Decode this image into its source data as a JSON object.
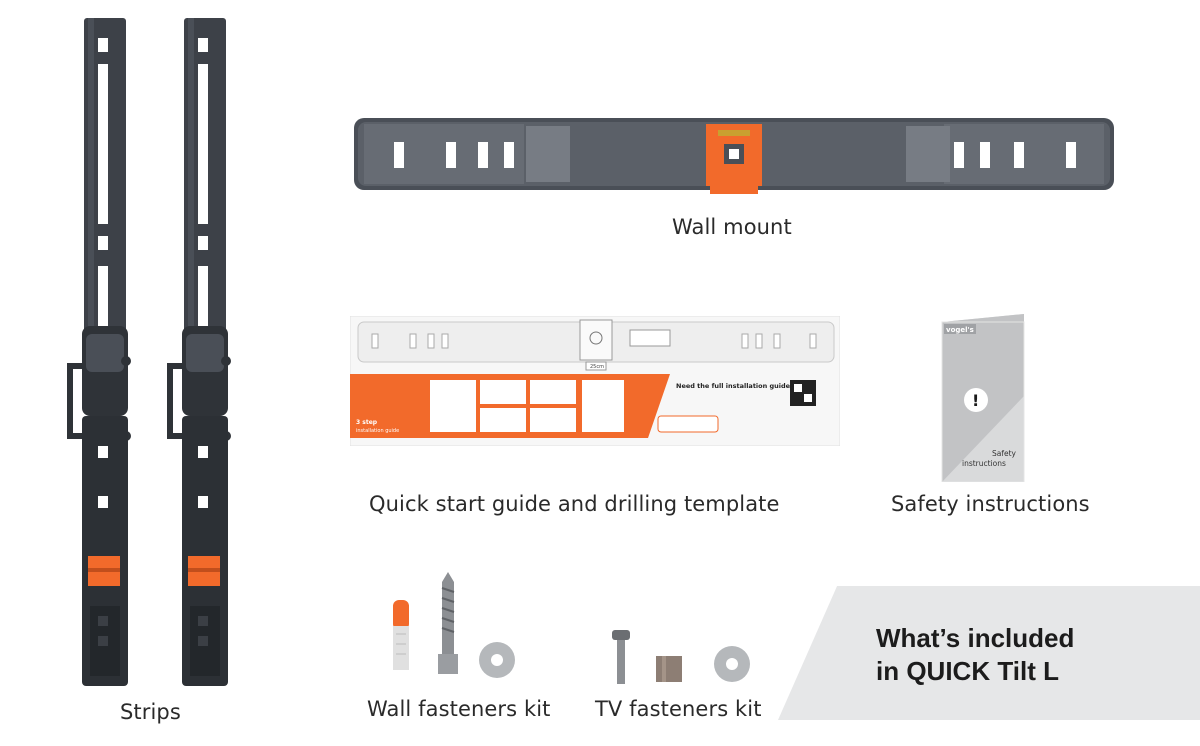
{
  "labels": {
    "strips": "Strips",
    "wall_mount": "Wall mount",
    "quick_start": "Quick start guide and drilling template",
    "safety": "Safety instructions",
    "wall_fasteners": "Wall fasteners kit",
    "tv_fasteners": "TV fasteners kit"
  },
  "banner": {
    "line1": "What’s included",
    "line2": "in QUICK Tilt L"
  },
  "guide": {
    "step_title_1": "3 step",
    "step_title_2": "installation guide",
    "need_guide": "Need the full installation guide?",
    "dimension_tag": "25cm"
  },
  "safety_card": {
    "brand": "vogel's",
    "exclamation": "!",
    "title_line1": "Safety",
    "title_line2": "instructions"
  },
  "colors": {
    "accent_orange": "#f26a2b",
    "dark_gray": "#3b3f45",
    "mid_gray": "#5b6068",
    "banner_bg": "#e6e7e8"
  }
}
